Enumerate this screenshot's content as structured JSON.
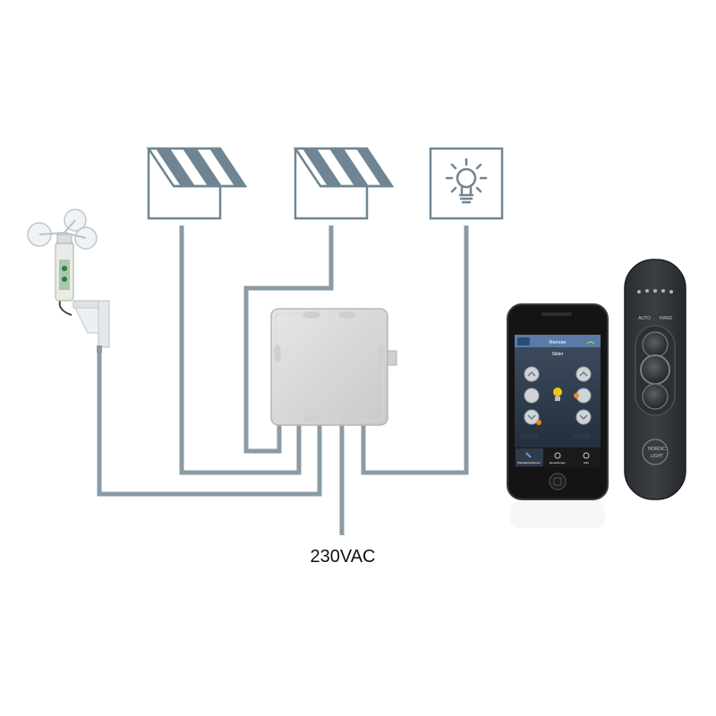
{
  "supply": {
    "label": "230VAC"
  },
  "colors": {
    "wire": "#8a9ba6",
    "icon_stroke": "#6f8593",
    "box": "#dcdcdc"
  },
  "devices": {
    "wind_sensor": {
      "icon": "anemometer-icon"
    },
    "awning_1": {
      "icon": "awning-icon"
    },
    "awning_2": {
      "icon": "awning-icon"
    },
    "light": {
      "icon": "light-bulb-icon"
    },
    "control_box": {
      "icon": "junction-box-icon"
    }
  },
  "phone": {
    "header_title": "Remote",
    "subtitle": "Slider",
    "tab_bar": [
      "Standardfunktionen",
      "Einstellungen",
      "Hilfe"
    ]
  },
  "remote": {
    "mode_auto": "AUTO",
    "mode_hand": "HAND",
    "brand_line1": "NORDIC",
    "brand_line2": "LIGHT"
  }
}
